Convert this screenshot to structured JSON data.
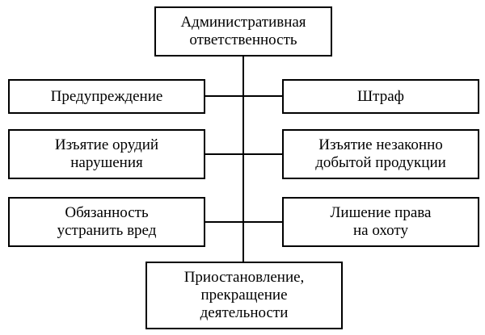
{
  "diagram": {
    "root": "Административная\nответственность",
    "left": [
      "Предупреждение",
      "Изъятие орудий\nнарушения",
      "Обязанность\nустранить вред"
    ],
    "right": [
      "Штраф",
      "Изъятие незаконно\nдобытой продукции",
      "Лишение права\nна охоту"
    ],
    "bottom": "Приостановление,\nпрекращение\nдеятельности"
  }
}
